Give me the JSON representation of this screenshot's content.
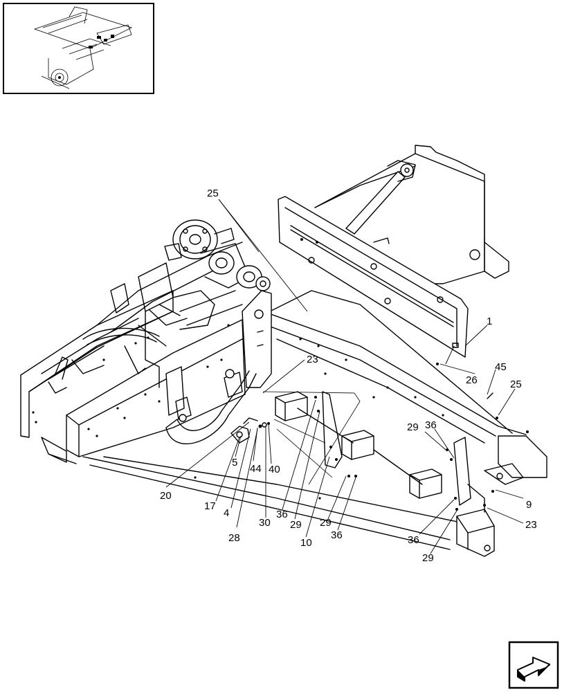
{
  "callouts": [
    {
      "id": "c25a",
      "text": "25"
    },
    {
      "id": "c1",
      "text": "1"
    },
    {
      "id": "c23a",
      "text": "23"
    },
    {
      "id": "c26",
      "text": "26"
    },
    {
      "id": "c45",
      "text": "45"
    },
    {
      "id": "c25b",
      "text": "25"
    },
    {
      "id": "c29a",
      "text": "29"
    },
    {
      "id": "c36a",
      "text": "36"
    },
    {
      "id": "c5",
      "text": "5"
    },
    {
      "id": "c44",
      "text": "44"
    },
    {
      "id": "c40",
      "text": "40"
    },
    {
      "id": "c20",
      "text": "20"
    },
    {
      "id": "c17",
      "text": "17"
    },
    {
      "id": "c4",
      "text": "4"
    },
    {
      "id": "c28",
      "text": "28"
    },
    {
      "id": "c30",
      "text": "30"
    },
    {
      "id": "c36b",
      "text": "36"
    },
    {
      "id": "c29b",
      "text": "29"
    },
    {
      "id": "c10",
      "text": "10"
    },
    {
      "id": "c29c",
      "text": "29"
    },
    {
      "id": "c36c",
      "text": "36"
    },
    {
      "id": "c9",
      "text": "9"
    },
    {
      "id": "c23b",
      "text": "23"
    },
    {
      "id": "c36d",
      "text": "36"
    },
    {
      "id": "c29d",
      "text": "29"
    }
  ],
  "icons": {
    "thumbnail": "machine-overview-thumbnail",
    "nav": "page-forward-arrow-icon"
  }
}
